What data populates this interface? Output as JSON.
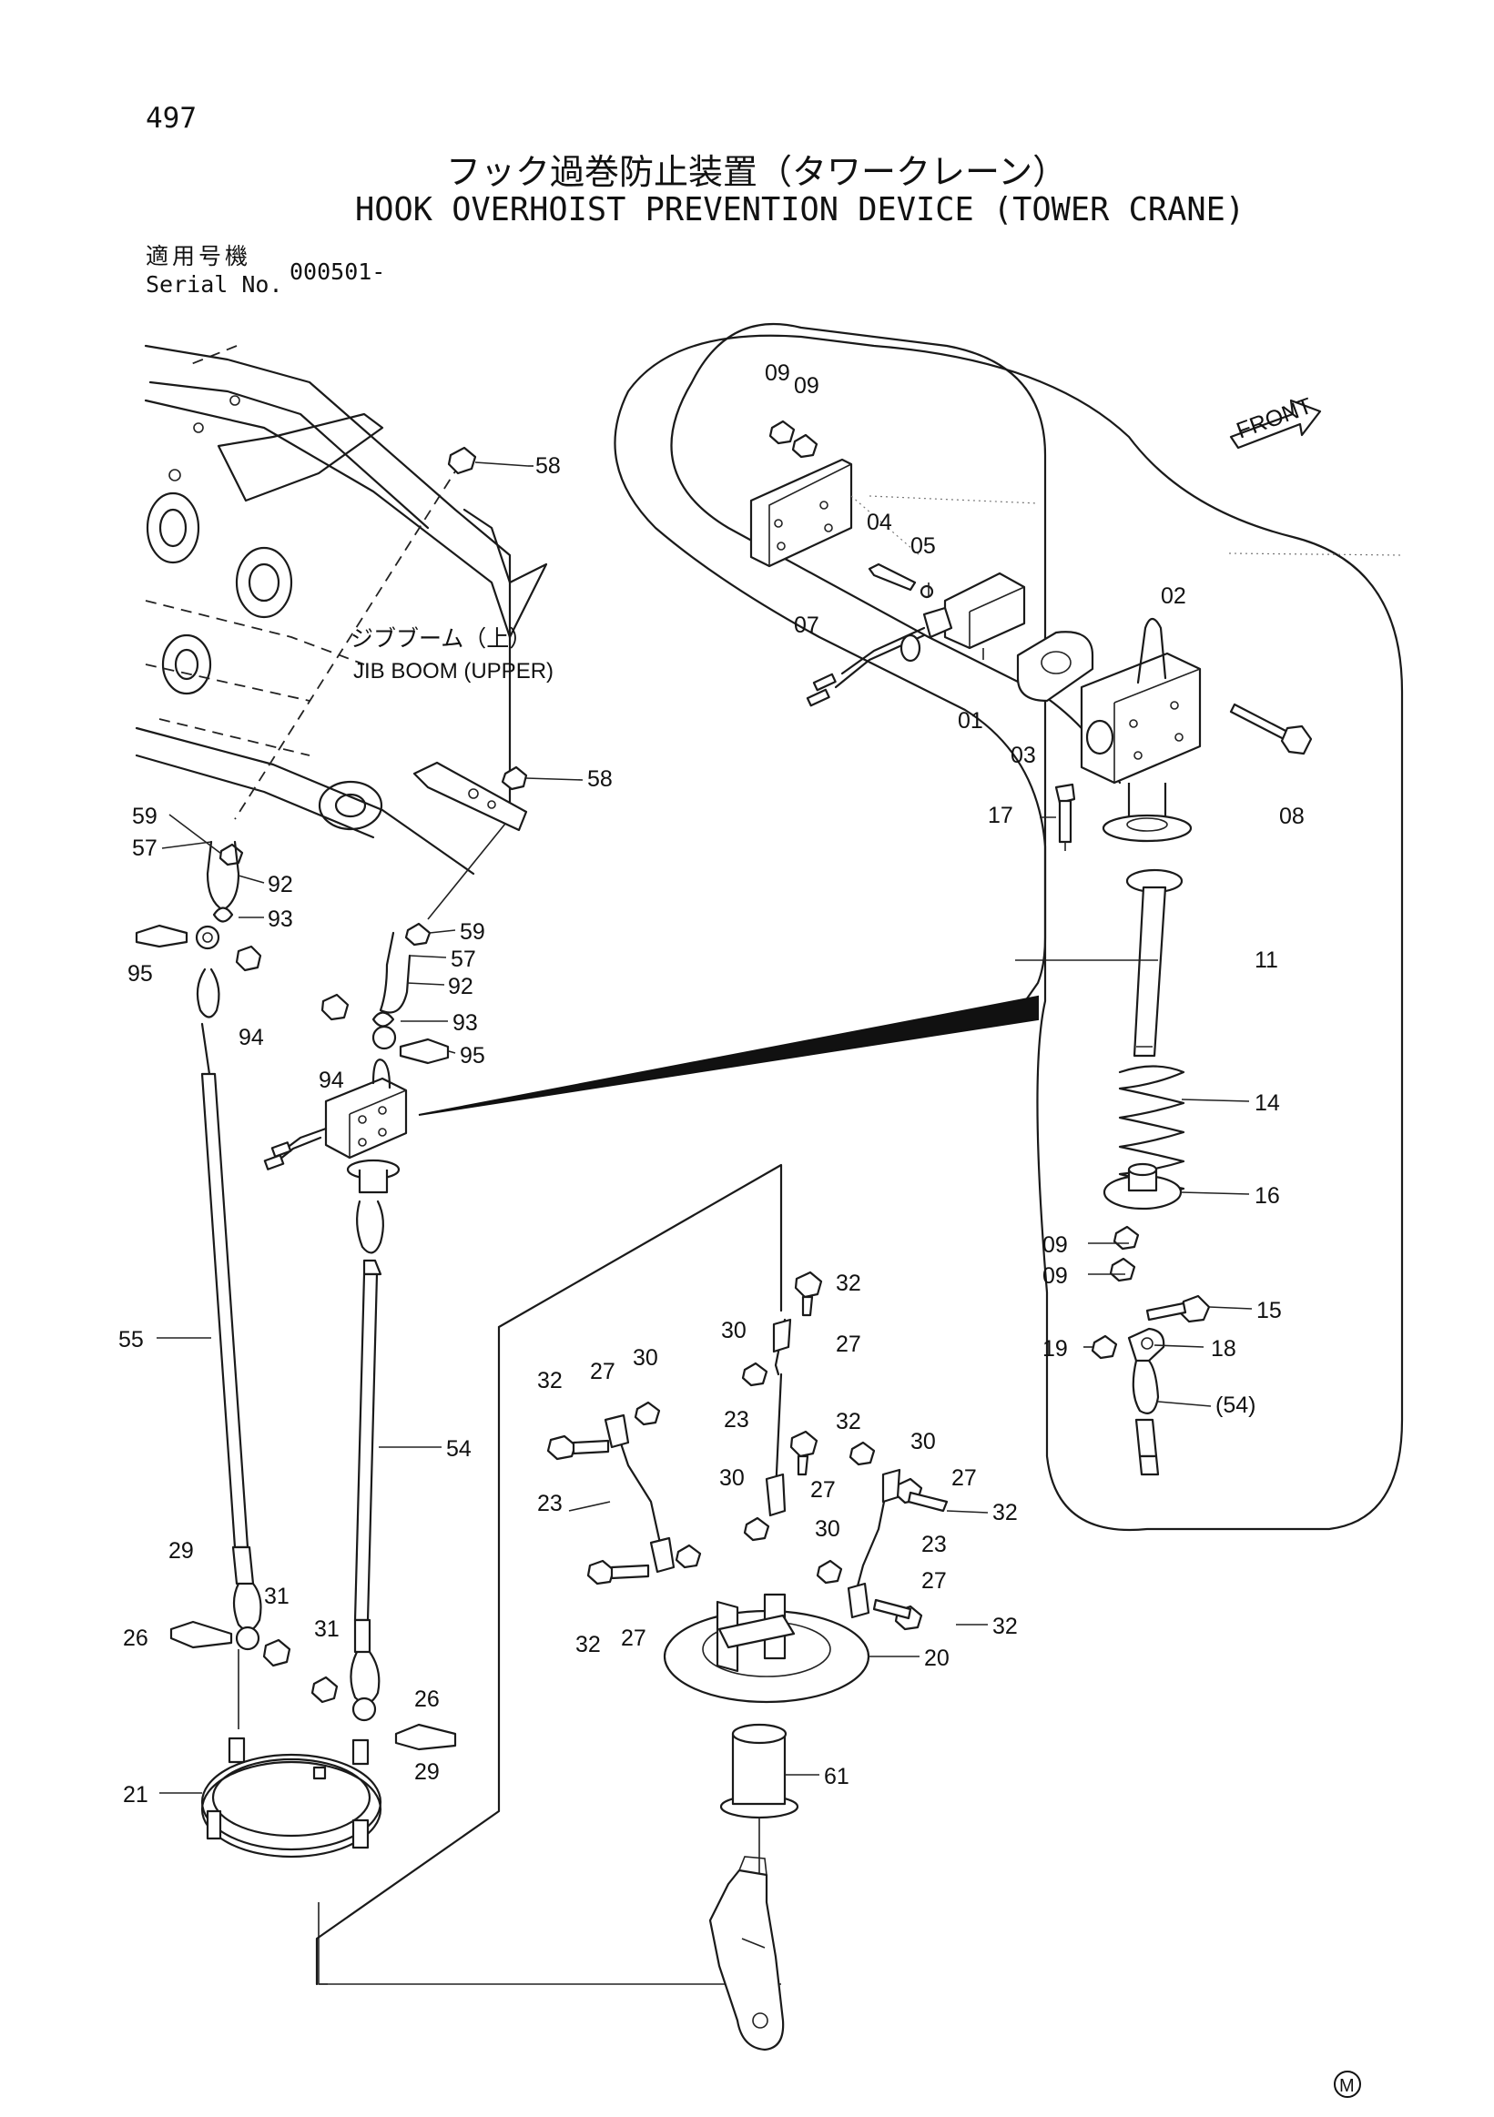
{
  "page_number": "497",
  "title_jp": "フック過巻防止装置（タワークレーン）",
  "title_en": "HOOK OVERHOIST PREVENTION DEVICE (TOWER CRANE)",
  "serial_label_jp": "適用号機",
  "serial_label_en": "Serial No.",
  "serial_value": "000501-",
  "jib_label_jp": "ジブブーム（上）",
  "jib_label_en": "JIB BOOM (UPPER)",
  "front_label": "FRONT",
  "footer_mark": "M",
  "callouts": {
    "c58a": "58",
    "c58b": "58",
    "c59a": "59",
    "c57a": "57",
    "c92a": "92",
    "c93a": "93",
    "c95a": "95",
    "c94a": "94",
    "c59b": "59",
    "c57b": "57",
    "c92b": "92",
    "c93b": "93",
    "c94b": "94",
    "c95b": "95",
    "c09a": "09",
    "c09b": "09",
    "c04": "04",
    "c05": "05",
    "c07": "07",
    "c02": "02",
    "c01": "01",
    "c03": "03",
    "c08": "08",
    "c17": "17",
    "c11": "11",
    "c14": "14",
    "c16": "16",
    "c09c": "09",
    "c09d": "09",
    "c15": "15",
    "c19": "19",
    "c18": "18",
    "c54p": "(54)",
    "c55": "55",
    "c54": "54",
    "c32a": "32",
    "c30a": "30",
    "c27a": "27",
    "c23a": "23",
    "c32b": "32",
    "c27b": "27",
    "c30b": "30",
    "c23b": "23",
    "c32c": "32",
    "c30c": "30",
    "c27c": "27",
    "c30d": "30",
    "c27d": "27",
    "c32d": "32",
    "c30e": "30",
    "c23c": "23",
    "c27e": "27",
    "c32e": "32",
    "c32f": "32",
    "c27f": "27",
    "c20": "20",
    "c61": "61",
    "c29a": "29",
    "c31a": "31",
    "c26a": "26",
    "c31b": "31",
    "c26b": "26",
    "c29b": "29",
    "c21": "21"
  }
}
